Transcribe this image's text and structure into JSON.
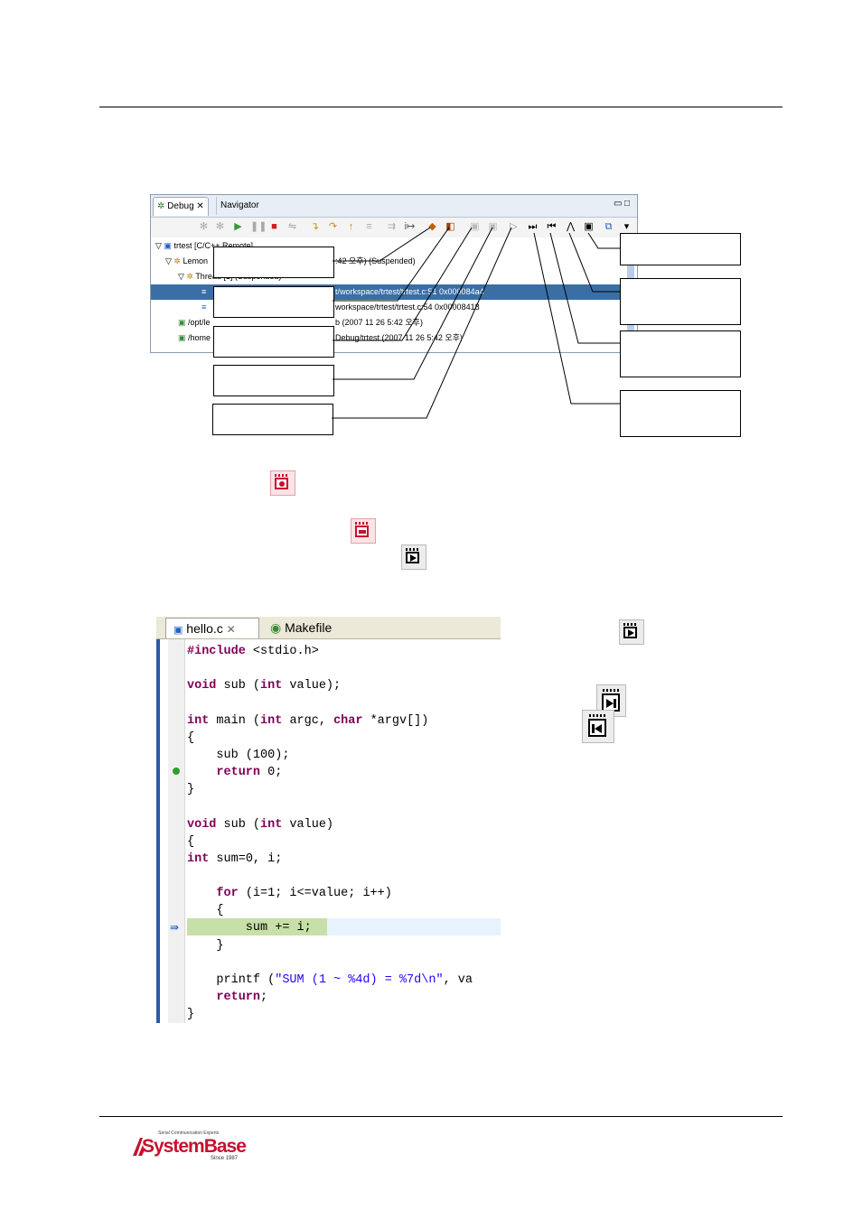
{
  "debug_view": {
    "tabs": [
      "Debug",
      "Navigator"
    ],
    "tree": [
      "trtest [C/C++ Remote]",
      "Lemon",
      ":42 오후) (Suspended)",
      "Thread [1] (Suspended)",
      "t/workspace/trtest/trtest.c:51 0x000084a4",
      "workspace/trtest/trtest.c:54 0x00008418",
      "/opt/le",
      "b (2007 11 26 5:42 오후)",
      "/home",
      "Debug/trtest (2007 11 26 5:42 오후)"
    ]
  },
  "editor": {
    "tabs": [
      "hello.c",
      "Makefile"
    ],
    "lines": [
      {
        "parts": [
          [
            "kw",
            "#include"
          ],
          [
            "txt",
            " <stdio.h>"
          ]
        ]
      },
      {
        "parts": []
      },
      {
        "parts": [
          [
            "kw",
            "void"
          ],
          [
            "txt",
            " sub ("
          ],
          [
            "kw",
            "int"
          ],
          [
            "txt",
            " value);"
          ]
        ]
      },
      {
        "parts": []
      },
      {
        "parts": [
          [
            "kw",
            "int"
          ],
          [
            "txt",
            " main ("
          ],
          [
            "kw",
            "int"
          ],
          [
            "txt",
            " argc, "
          ],
          [
            "kw",
            "char"
          ],
          [
            "txt",
            " *argv[])"
          ]
        ]
      },
      {
        "parts": [
          [
            "txt",
            "{"
          ]
        ]
      },
      {
        "parts": [
          [
            "txt",
            "    sub (100);"
          ]
        ]
      },
      {
        "parts": [
          [
            "txt",
            "    "
          ],
          [
            "kw",
            "return"
          ],
          [
            "txt",
            " 0;"
          ]
        ]
      },
      {
        "parts": [
          [
            "txt",
            "}"
          ]
        ]
      },
      {
        "parts": []
      },
      {
        "parts": [
          [
            "kw",
            "void"
          ],
          [
            "txt",
            " sub ("
          ],
          [
            "kw",
            "int"
          ],
          [
            "txt",
            " value)"
          ]
        ]
      },
      {
        "parts": [
          [
            "txt",
            "{"
          ]
        ]
      },
      {
        "parts": [
          [
            "kw",
            "int"
          ],
          [
            "txt",
            " sum=0, i;"
          ]
        ]
      },
      {
        "parts": []
      },
      {
        "parts": [
          [
            "txt",
            "    "
          ],
          [
            "kw",
            "for"
          ],
          [
            "txt",
            " (i=1; i<=value; i++)"
          ]
        ]
      },
      {
        "parts": [
          [
            "txt",
            "    {"
          ]
        ]
      },
      {
        "parts": [
          [
            "txt",
            "        sum += i;"
          ]
        ]
      },
      {
        "parts": [
          [
            "txt",
            "    }"
          ]
        ]
      },
      {
        "parts": []
      },
      {
        "parts": [
          [
            "txt",
            "    printf ("
          ],
          [
            "str",
            "\"SUM (1 ~ %4d) = %7d\\n\""
          ],
          [
            "txt",
            ", va"
          ]
        ]
      },
      {
        "parts": [
          [
            "txt",
            "    "
          ],
          [
            "kw",
            "return"
          ],
          [
            "txt",
            ";"
          ]
        ]
      },
      {
        "parts": [
          [
            "txt",
            "}"
          ]
        ]
      }
    ]
  },
  "logo": {
    "tagline": "Serial Communication Experts",
    "name": "SystemBase",
    "since": "Since 1987",
    "color": "#c8102e"
  }
}
